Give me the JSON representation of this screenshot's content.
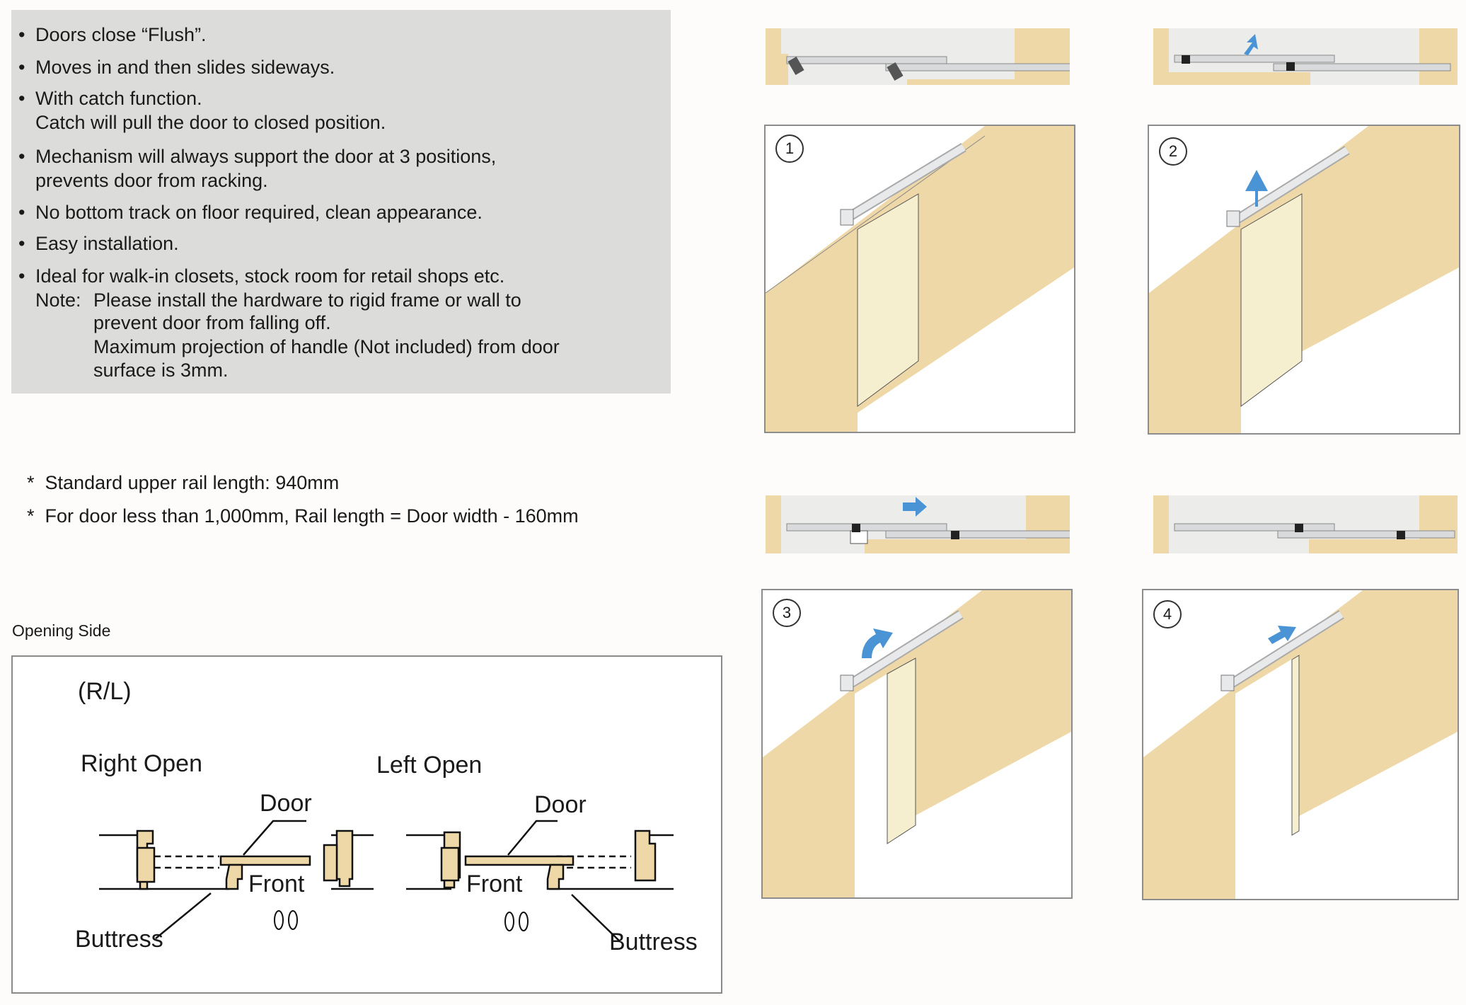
{
  "features": {
    "items": [
      {
        "lines": [
          "Doors close “Flush”."
        ]
      },
      {
        "lines": [
          "Moves in and then slides sideways."
        ]
      },
      {
        "lines": [
          "With catch function.",
          "Catch will pull the door to closed position."
        ]
      },
      {
        "lines": [
          "Mechanism will always support the door at 3 positions,",
          "prevents door from racking."
        ]
      },
      {
        "lines": [
          "No bottom track on floor required, clean appearance."
        ]
      },
      {
        "lines": [
          "Easy installation."
        ]
      },
      {
        "lines": [
          "Ideal for walk-in closets, stock room for retail shops etc."
        ]
      }
    ],
    "note_label": "Note:",
    "note_lines": [
      "Please install the hardware to rigid frame or wall to",
      "prevent door from falling off.",
      "Maximum projection of handle (Not included) from door",
      "surface is 3mm."
    ],
    "bullet_symbol": "•"
  },
  "specs": {
    "star": "*",
    "items": [
      "Standard upper rail length: 940mm",
      "For door less than 1,000mm, Rail length = Door width - 160mm"
    ]
  },
  "opening": {
    "section_label": "Opening Side",
    "mode_label": "(R/L)",
    "right_open": {
      "title": "Right Open",
      "door": "Door",
      "front": "Front",
      "buttress": "Buttress"
    },
    "left_open": {
      "title": "Left Open",
      "door": "Door",
      "front": "Front",
      "buttress": "Buttress"
    }
  },
  "steps": [
    {
      "number": "1"
    },
    {
      "number": "2"
    },
    {
      "number": "3"
    },
    {
      "number": "4"
    }
  ],
  "colors": {
    "box_bg": "#dcdcdb",
    "wall": "#efd8a8",
    "door": "#f6efcf",
    "arrow": "#4a94d6",
    "rail": "#d8dadc"
  }
}
